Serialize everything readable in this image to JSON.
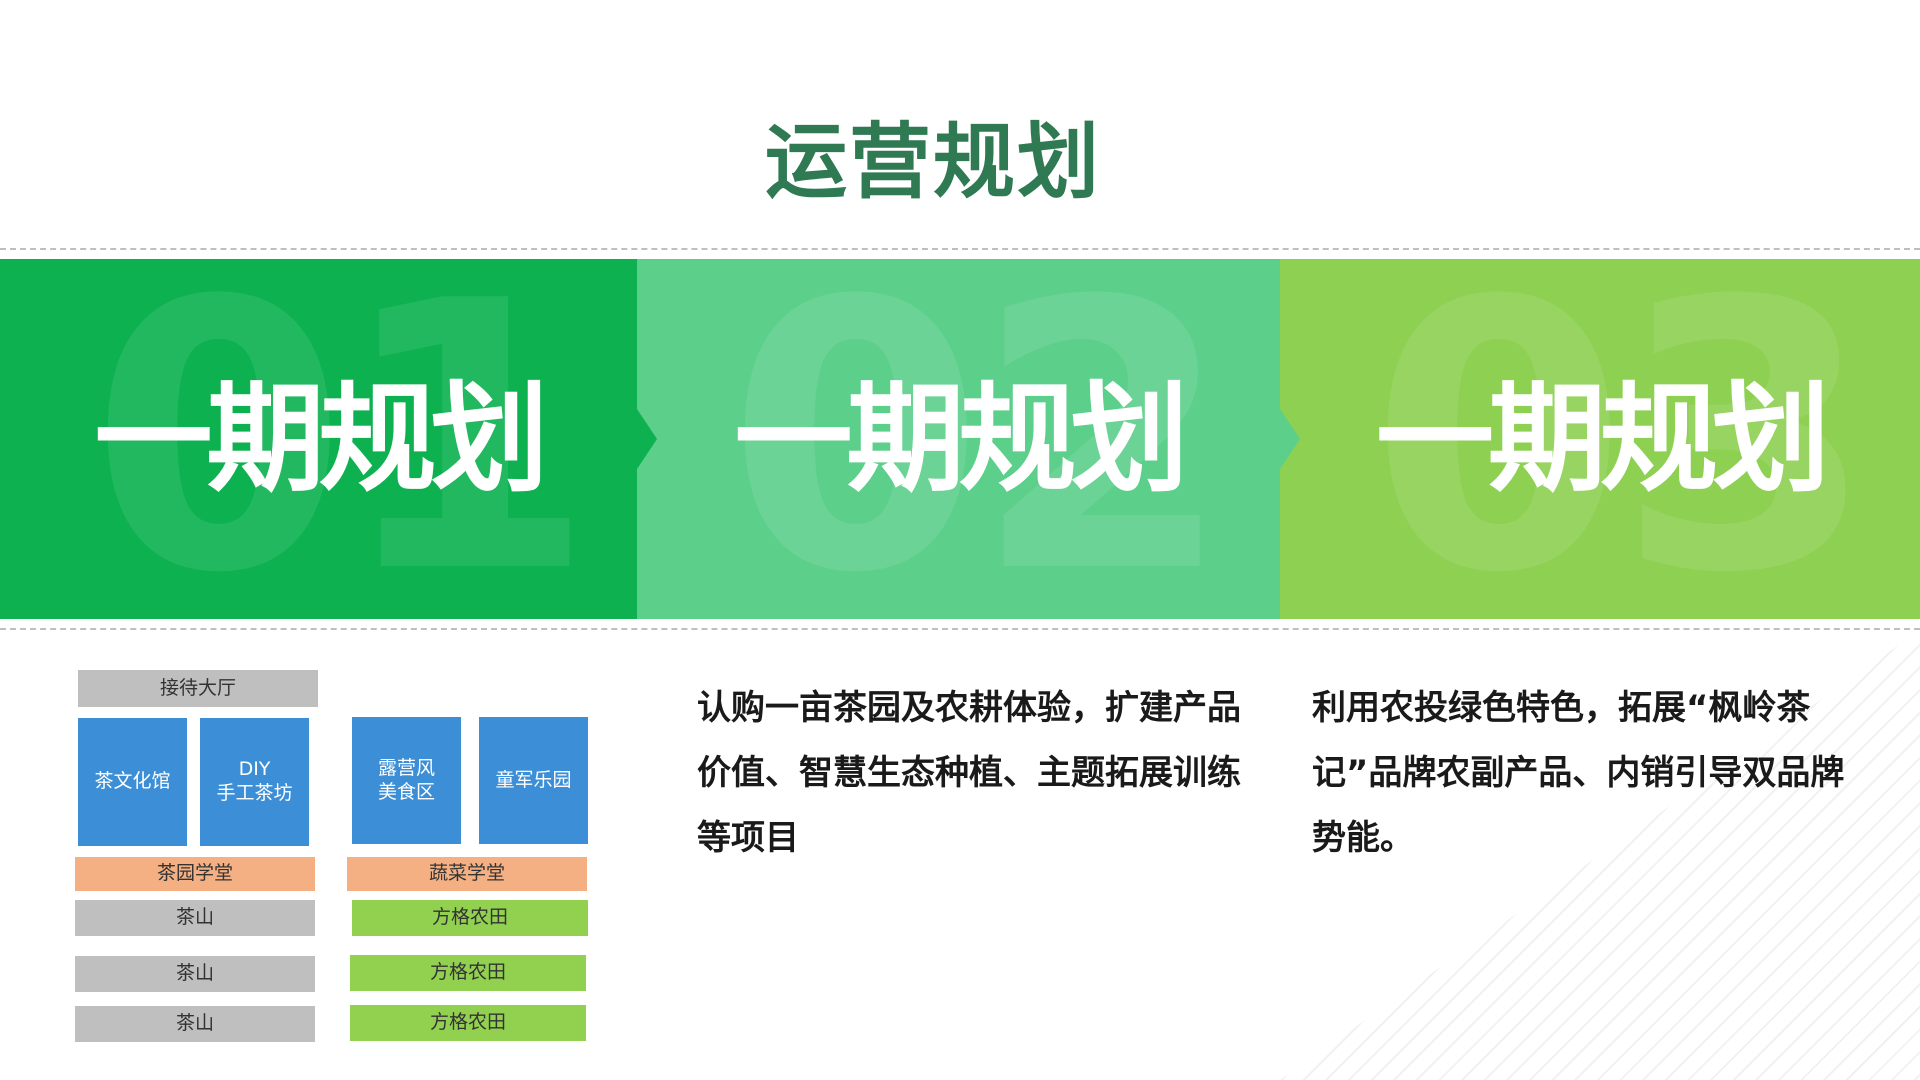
{
  "title": "运营规划",
  "panels": [
    {
      "number": "01",
      "label": "一期规划",
      "color": "#0db150"
    },
    {
      "number": "02",
      "label": "一期规划",
      "color": "#5ccf8b"
    },
    {
      "number": "03",
      "label": "一期规划",
      "color": "#8dd052"
    }
  ],
  "map": {
    "reception": "接待大厅",
    "tea_culture_hall": "茶文化馆",
    "diy_line1": "DIY",
    "diy_line2": "手工茶坊",
    "camping_line1": "露营风",
    "camping_line2": "美食区",
    "kids_park": "童军乐园",
    "tea_school": "茶园学堂",
    "veg_school": "蔬菜学堂",
    "tea_mountains": [
      "茶山",
      "茶山",
      "茶山"
    ],
    "grid_fields": [
      "方格农田",
      "方格农田",
      "方格农田"
    ]
  },
  "descriptions": [
    "认购一亩茶园及农耕体验，扩建产品价值、智慧生态种植、主题拓展训练等项目",
    "利用农投绿色特色，拓展“枫岭茶记”品牌农副产品、内销引导双品牌势能。"
  ],
  "colors": {
    "title": "#2f7a52",
    "blue": "#3c8fd6",
    "orange": "#f4b083",
    "gray": "#bfbfbf",
    "green": "#92d050"
  }
}
